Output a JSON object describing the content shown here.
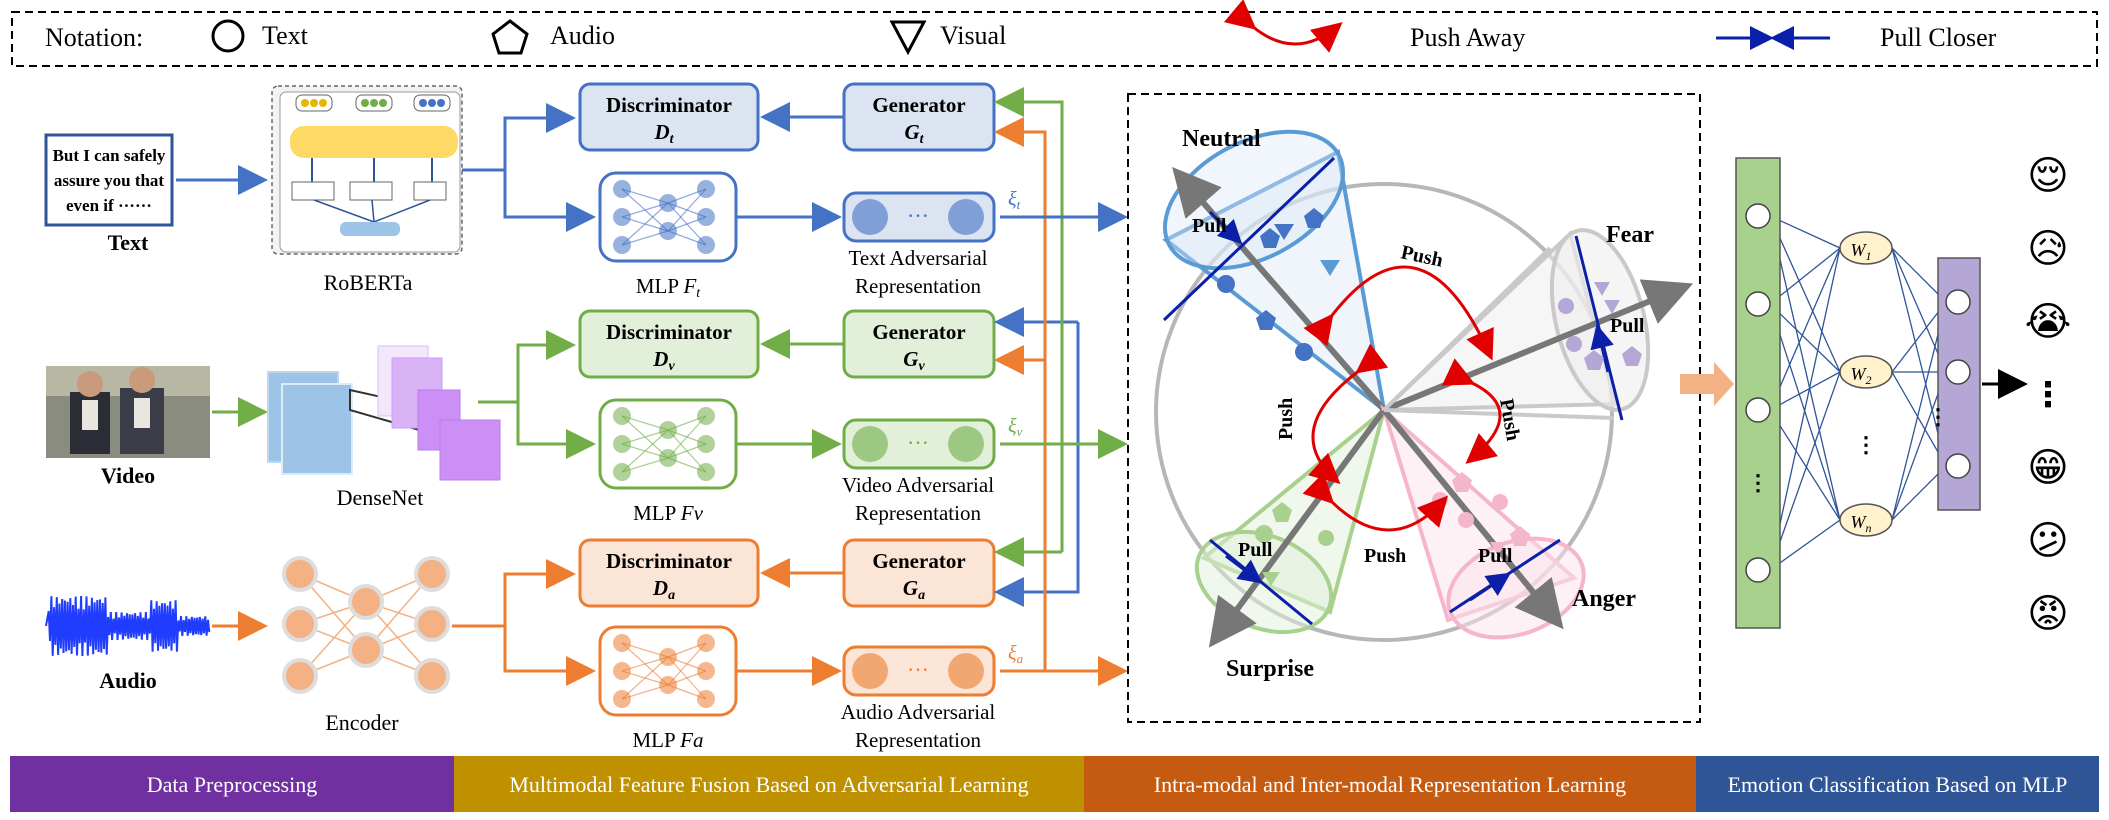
{
  "notation": {
    "label": "Notation:",
    "text": "Text",
    "audio": "Audio",
    "visual": "Visual",
    "push_away": "Push Away",
    "pull_closer": "Pull Closer"
  },
  "inputs": {
    "text_sample": [
      "But I can safely",
      "assure you that",
      "even if ······"
    ],
    "text_label": "Text",
    "video_label": "Video",
    "audio_label": "Audio"
  },
  "extractors": {
    "roberta": "RoBERTa",
    "densenet": "DenseNet",
    "encoder": "Encoder"
  },
  "branches": {
    "text": {
      "disc": "Discriminator",
      "disc_sub": "D",
      "disc_idx": "t",
      "gen": "Generator",
      "gen_sub": "G",
      "gen_idx": "t",
      "mlp": "MLP ",
      "mlp_f": "F",
      "mlp_idx": "t",
      "rep": [
        "Text Adversarial",
        "Representation"
      ],
      "xi": "ξ",
      "xi_idx": "t",
      "color": "#4472c4",
      "fill": "#dce4f2"
    },
    "video": {
      "disc": "Discriminator",
      "disc_sub": "D",
      "disc_idx": "v",
      "gen": "Generator",
      "gen_sub": "G",
      "gen_idx": "v",
      "mlp": "MLP ",
      "mlp_f": "Fv",
      "mlp_idx": "",
      "rep": [
        "Video Adversarial",
        "Representation"
      ],
      "xi": "ξ",
      "xi_idx": "v",
      "color": "#70ad47",
      "fill": "#e2efd9"
    },
    "audio": {
      "disc": "Discriminator",
      "disc_sub": "D",
      "disc_idx": "a",
      "gen": "Generator",
      "gen_sub": "G",
      "gen_idx": "a",
      "mlp": "MLP ",
      "mlp_f": "Fa",
      "mlp_idx": "",
      "rep": [
        "Audio Adversarial",
        "Representation"
      ],
      "xi": "ξ",
      "xi_idx": "a",
      "color": "#ed7d31",
      "fill": "#fbe5d6"
    }
  },
  "emotion_space": {
    "neutral": "Neutral",
    "fear": "Fear",
    "surprise": "Surprise",
    "anger": "Anger",
    "pull": "Pull",
    "push": "Push"
  },
  "classifier": {
    "w1": "W",
    "w1_idx": "1",
    "w2": "W",
    "w2_idx": "2",
    "wn": "W",
    "wn_idx": "n",
    "dots": "⋮"
  },
  "stages": [
    {
      "label": "Data Preprocessing",
      "color": "#7030a0"
    },
    {
      "label": "Multimodal Feature Fusion Based on Adversarial Learning",
      "color": "#bf9000"
    },
    {
      "label": "Intra-modal and Inter-modal Representation Learning",
      "color": "#c55a11"
    },
    {
      "label": "Emotion Classification Based on MLP",
      "color": "#2f5597"
    }
  ],
  "emojis": [
    "😌",
    "😥",
    "😭",
    "⋮",
    "😁",
    "😕",
    "😡"
  ]
}
